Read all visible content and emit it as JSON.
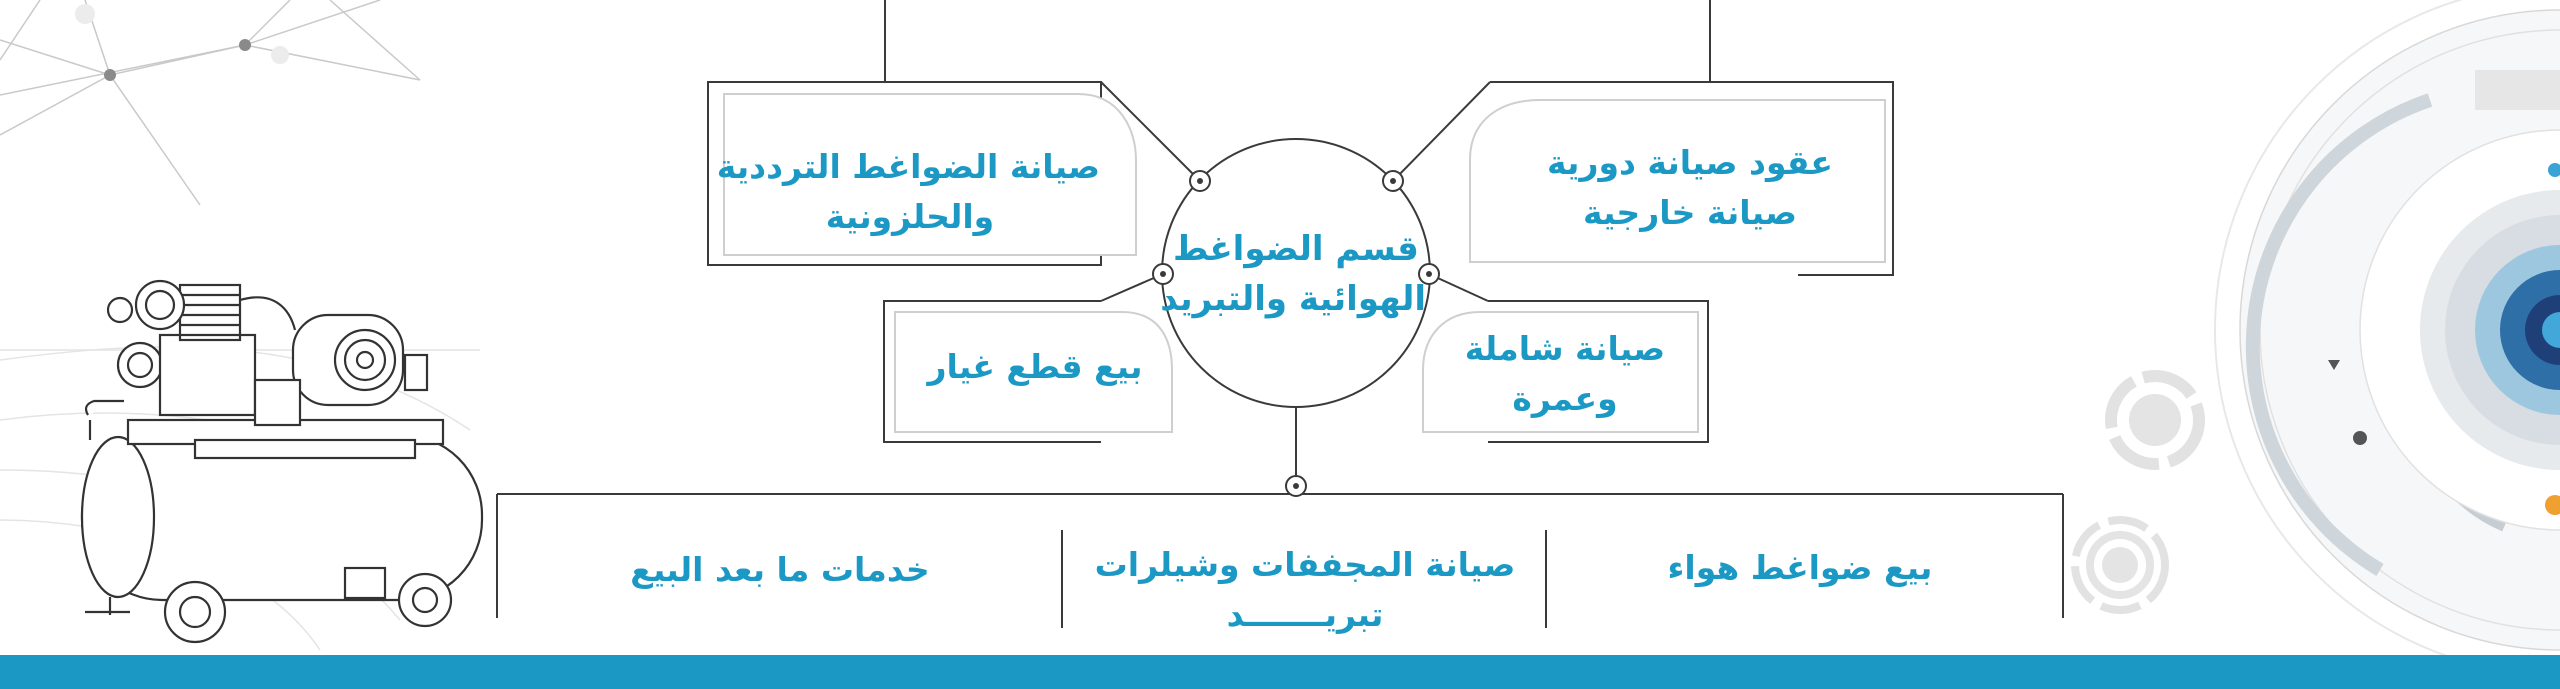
{
  "colors": {
    "accent": "#1b99c4",
    "line": "#3a3a3a",
    "box_border": "#cfcfcf",
    "bottom_bar": "#1b99c4"
  },
  "center": {
    "line1": "قسم الضواغط",
    "line2": "الهوائية والتبريد"
  },
  "branches": {
    "left_top": {
      "line1": "صيانة الضواغط الترددية",
      "line2": "والحلزونية"
    },
    "right_top": {
      "line1": "عقود صيانة دورية",
      "line2": "صيانة خارجية"
    },
    "left_mid": {
      "line1": "بيع قطع غيار"
    },
    "right_mid": {
      "line1": "صيانة شاملة",
      "line2": "وعمرة"
    }
  },
  "bottom_items": [
    {
      "line1": "خدمات ما بعد البيع"
    },
    {
      "line1": "صيانة المجففات وشيلرات",
      "line2": "تبريـــــــد"
    },
    {
      "line1": "بيع ضواغط هواء"
    }
  ],
  "icons": [
    "air-compressor-illustration",
    "network-lines-decoration",
    "gear-icon",
    "circle-ring-icon"
  ]
}
